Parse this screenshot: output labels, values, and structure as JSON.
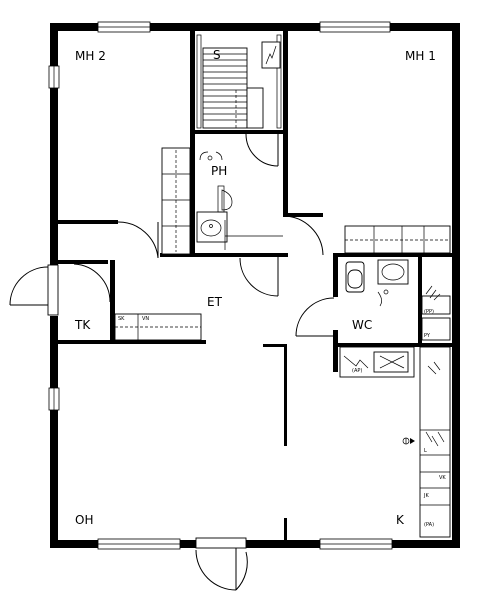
{
  "rooms": {
    "mh2": "MH 2",
    "mh1": "MH 1",
    "s": "S",
    "ph": "PH",
    "et": "ET",
    "tk": "TK",
    "wc": "WC",
    "oh": "OH",
    "k": "K"
  },
  "fixtures": {
    "sk": "SK",
    "vn": "VN",
    "pp": "(PP)",
    "py": "PY",
    "ap": "(AP)",
    "l": "L",
    "vk": "VK",
    "jk": "JK",
    "pa": "(PA)"
  }
}
